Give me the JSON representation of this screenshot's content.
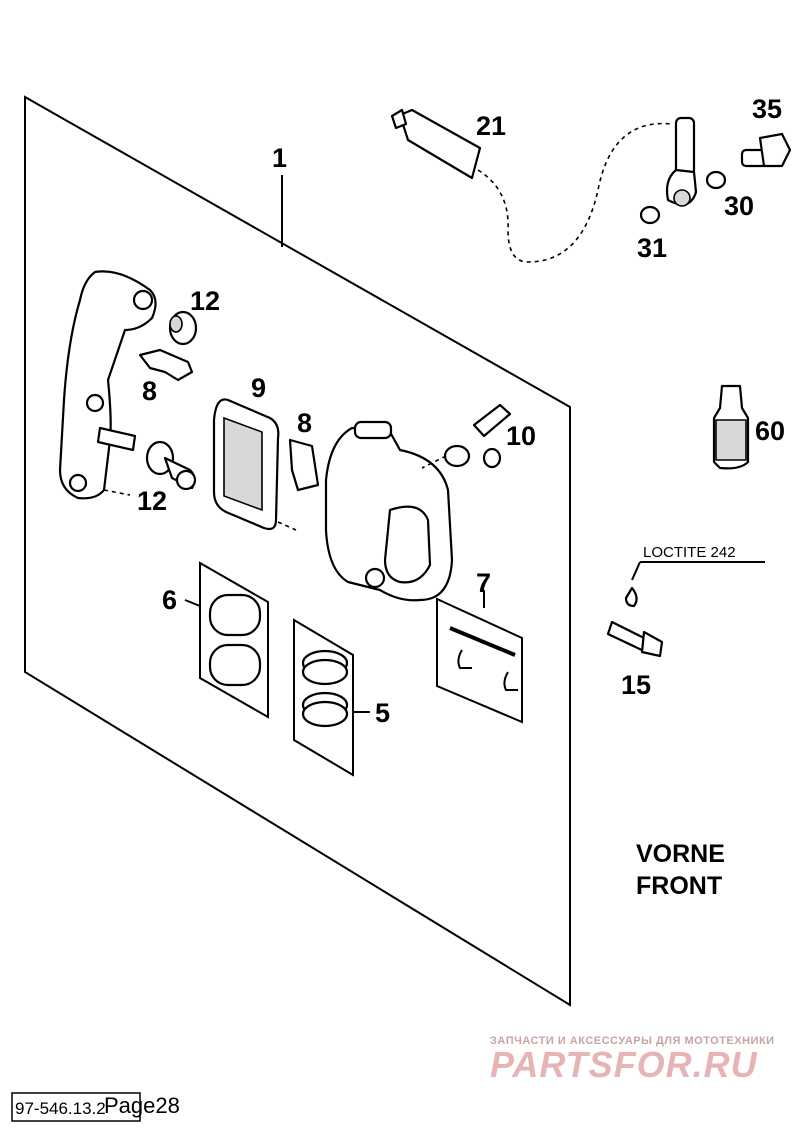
{
  "callouts": {
    "n1": "1",
    "n5": "5",
    "n6": "6",
    "n7": "7",
    "n8a": "8",
    "n8b": "8",
    "n9": "9",
    "n10": "10",
    "n12a": "12",
    "n12b": "12",
    "n15": "15",
    "n21": "21",
    "n30": "30",
    "n31": "31",
    "n35": "35",
    "n60": "60"
  },
  "loctite_label": "LOCTITE 242",
  "direction": {
    "line1": "VORNE",
    "line2": "FRONT"
  },
  "watermark": {
    "top": "ЗАПЧАСТИ И АКСЕССУАРЫ ДЛЯ МОТОТЕХНИКИ",
    "logo": "PARTSFOR.RU"
  },
  "footer": {
    "drawing_code": "97-546.13.2",
    "page": "Page28"
  }
}
